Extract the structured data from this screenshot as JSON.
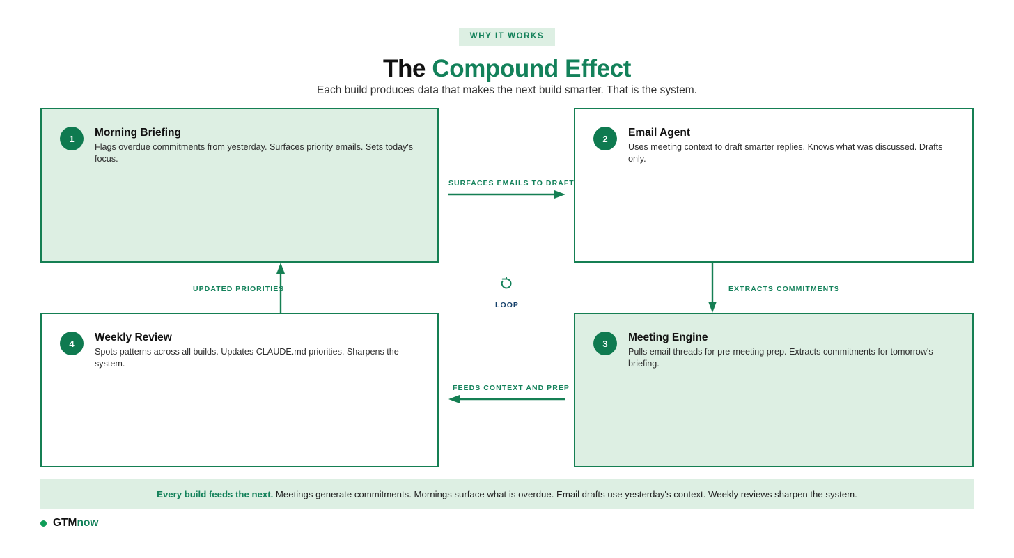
{
  "header": {
    "eyebrow": "WHY IT WORKS",
    "title_plain": "The ",
    "title_accent": "Compound Effect",
    "subtitle": "Each build produces data that makes the next build smarter. That is the system."
  },
  "cards": [
    {
      "number": "1",
      "title": "Morning Briefing",
      "description": "Flags overdue commitments from yesterday. Surfaces priority emails. Sets today's focus.",
      "style": "filled"
    },
    {
      "number": "2",
      "title": "Email Agent",
      "description": "Uses meeting context to draft smarter replies. Knows what was discussed. Drafts only.",
      "style": "plain"
    },
    {
      "number": "3",
      "title": "Meeting Engine",
      "description": "Pulls email threads for pre-meeting prep. Extracts commitments for tomorrow's briefing.",
      "style": "filled"
    },
    {
      "number": "4",
      "title": "Weekly Review",
      "description": "Spots patterns across all builds. Updates CLAUDE.md priorities. Sharpens the system.",
      "style": "plain"
    }
  ],
  "connectors": {
    "top": {
      "label": "SURFACES EMAILS TO DRAFT",
      "direction": "right"
    },
    "right": {
      "label": "EXTRACTS COMMITMENTS",
      "direction": "down"
    },
    "bottom": {
      "label": "FEEDS CONTEXT AND PREP",
      "direction": "left"
    },
    "left": {
      "label": "UPDATED PRIORITIES",
      "direction": "up"
    }
  },
  "loop": {
    "icon": "loop-icon",
    "label": "LOOP"
  },
  "banner": {
    "lead": "Every build feeds the next.",
    "rest": " Meetings generate commitments. Mornings surface what is overdue. Email drafts use yesterday's context. Weekly reviews sharpen the system."
  },
  "logo": {
    "dot": "green-dot-icon",
    "name_plain": "GTM",
    "name_accent": "now"
  },
  "colors": {
    "accent_green": "#13815a",
    "border_green": "#157f53",
    "fill_green": "#ddefe3",
    "badge_green": "#0f7a50",
    "loop_label": "#14406a"
  }
}
